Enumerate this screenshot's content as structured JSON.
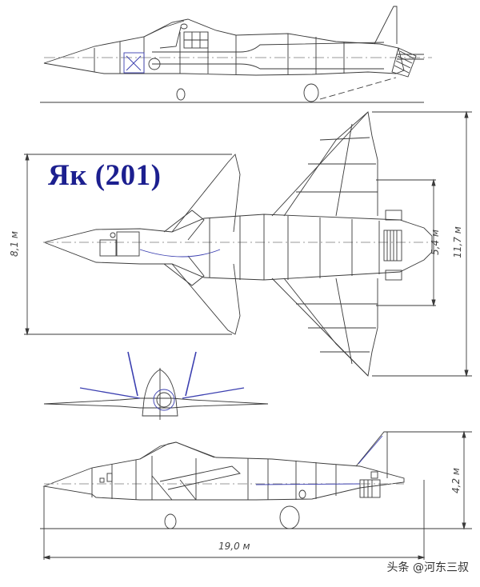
{
  "diagram": {
    "title": "Як (201)",
    "type": "aircraft three-view drawing",
    "views": [
      {
        "name": "side-view-cutaway",
        "description": "Side cutaway view showing internal structure, cockpit, lift fans and vectoring nozzle"
      },
      {
        "name": "top-view",
        "description": "Planform view with wing, canards/LERX, horizontal tail"
      },
      {
        "name": "front-view",
        "description": "Frontal view with canted twin vertical tails"
      },
      {
        "name": "side-view",
        "description": "Outer side view with dimensions"
      }
    ],
    "dimensions": {
      "wingspan_top_view": "8,1 м",
      "tail_span": "5,4 м",
      "overall_span": "11,7 м",
      "height": "4,2 м",
      "length": "19,0 м"
    },
    "colors": {
      "title": "#1c1f8f",
      "lines": "#3a3a3a",
      "accent_lines": "#3b3fb0",
      "centerline": "#8a8a8a"
    }
  },
  "watermark": "头条 @河东三叔"
}
